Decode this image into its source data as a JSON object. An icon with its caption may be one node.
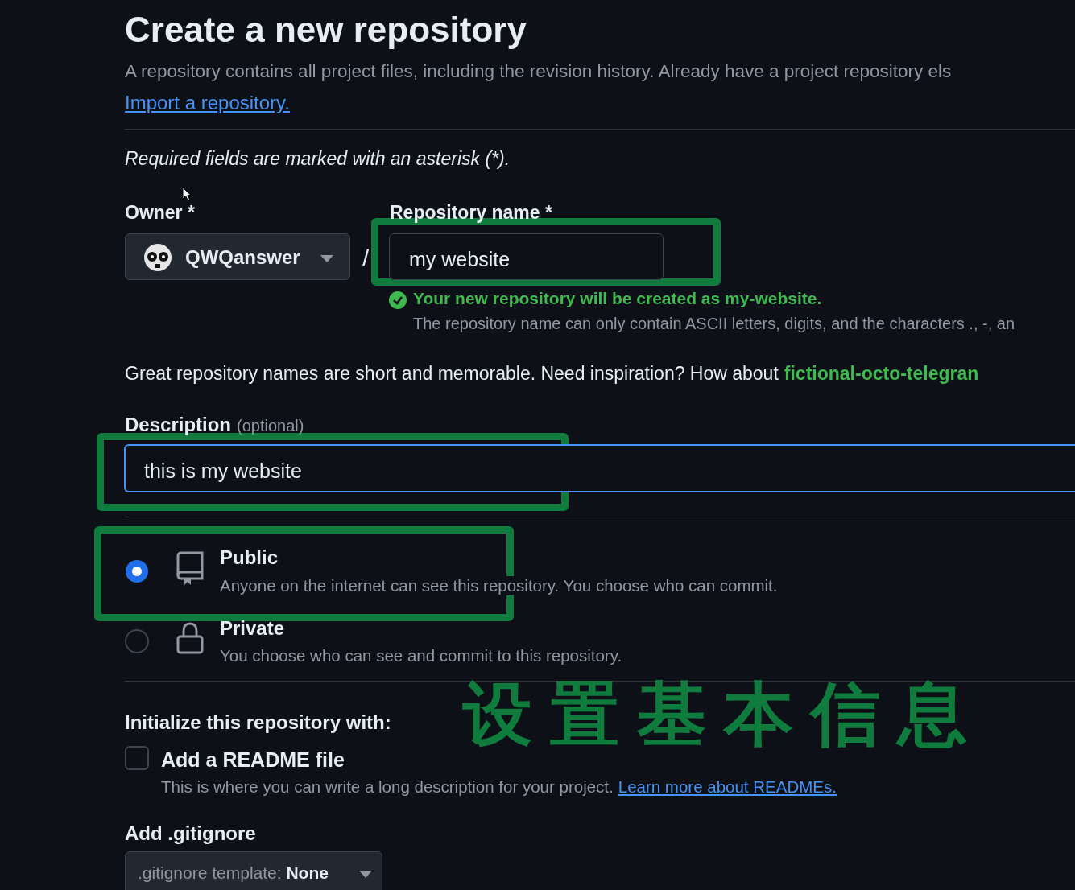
{
  "diagram": {
    "title": "Create a new repository",
    "labels": [
      "A repository contains all project files, including the revision history. Already have a project repository els",
      "Import a repository.",
      "Required fields are marked with an asterisk (*).",
      "Owner *",
      "Repository name *",
      "QWQanswer",
      "/",
      "my website",
      "Your new repository will be created as my-website.",
      "The repository name can only contain ASCII letters, digits, and the characters ., -, an",
      "Great repository names are short and memorable. Need inspiration? How about",
      "fictional-octo-telegran",
      "Description",
      "(optional)",
      "this is my website",
      "Public",
      "Anyone on the internet can see this repository. You choose who can commit.",
      "Private",
      "You choose who can see and commit to this repository.",
      "设置基本信息",
      "Initialize this repository with:",
      "Add a README file",
      "This is where you can write a long description for your project.",
      "Learn more about READMEs.",
      "Add .gitignore",
      ".gitignore template: **None**"
    ]
  }
}
